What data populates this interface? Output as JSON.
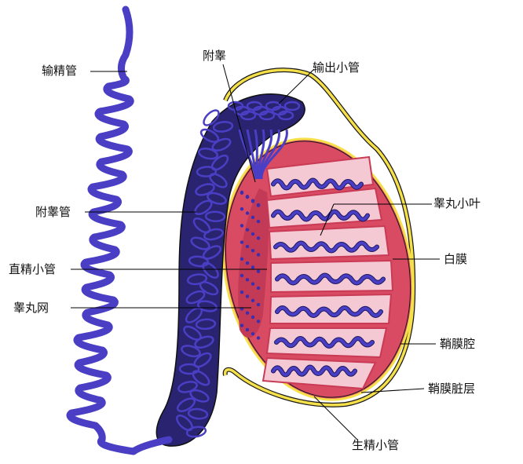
{
  "diagram": {
    "labels": {
      "vas_deferens": "输精管",
      "epididymis": "附睾",
      "efferent_ductules": "输出小管",
      "ductus_epididymidis": "附睾管",
      "lobule": "睾丸小叶",
      "tunica_albuginea": "白膜",
      "straight_tubules": "直精小管",
      "rete_testis": "睾丸网",
      "vaginal_cavity": "鞘膜腔",
      "visceral_layer": "鞘膜脏层",
      "seminiferous_tubules": "生精小管"
    },
    "colors": {
      "tubule": "#4a3fc4",
      "tubule_dark": "#17143e",
      "tunica_albuginea": "#d94a63",
      "lobule_fill": "#f4c9d3",
      "tunica_vaginalis": "#f5e04a",
      "septum": "#c93a55",
      "leader_line": "#000000"
    }
  }
}
